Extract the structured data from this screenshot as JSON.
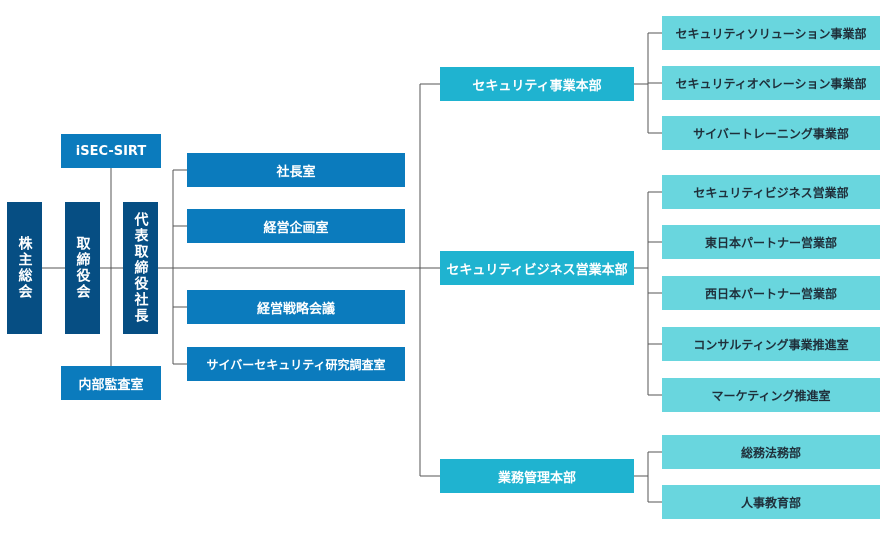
{
  "org_chart": {
    "shareholders": "株主総会",
    "board": "取締役会",
    "president": "代表取締役社長",
    "isec_sirt": "iSEC-SIRT",
    "internal_audit": "内部監査室",
    "staff": [
      "社長室",
      "経営企画室",
      "経営戦略会議",
      "サイバーセキュリティ研究調査室"
    ],
    "divisions": [
      {
        "name": "セキュリティ事業本部",
        "departments": [
          "セキュリティソリューション事業部",
          "セキュリティオペレーション事業部",
          "サイバートレーニング事業部"
        ]
      },
      {
        "name": "セキュリティビジネス営業本部",
        "departments": [
          "セキュリティビジネス営業部",
          "東日本パートナー営業部",
          "西日本パートナー営業部",
          "コンサルティング事業推進室",
          "マーケティング推進室"
        ]
      },
      {
        "name": "業務管理本部",
        "departments": [
          "総務法務部",
          "人事教育部"
        ]
      }
    ],
    "colors": {
      "dark": "#064e83",
      "mid": "#0b7bbd",
      "teal": "#1fb3d0",
      "light": "#69d6de",
      "line": "#555555"
    }
  }
}
